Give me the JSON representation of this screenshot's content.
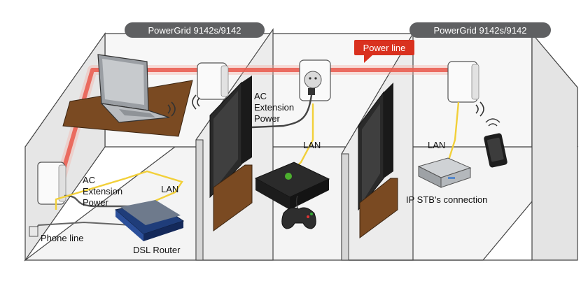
{
  "labels": {
    "powergrid_left": "PowerGrid 9142s/9142",
    "powergrid_right": "PowerGrid 9142s/9142",
    "power_line": "Power line",
    "ac_ext_center_1": "AC",
    "ac_ext_center_2": "Extension",
    "ac_ext_center_3": "Power",
    "lan_center": "LAN",
    "lan_right": "LAN",
    "ip_stb": "IP STB's connection",
    "ac_ext_left_1": "AC",
    "ac_ext_left_2": "Extension",
    "ac_ext_left_3": "Power",
    "lan_left": "LAN",
    "phone_line": "Phone line",
    "dsl_router": "DSL Router"
  },
  "colors": {
    "power_line": "#e23b2e",
    "lan_cable": "#f2d03a",
    "pill_bg": "#5f6062",
    "wall_fill": "#ececec",
    "wood": "#7a4a22"
  }
}
